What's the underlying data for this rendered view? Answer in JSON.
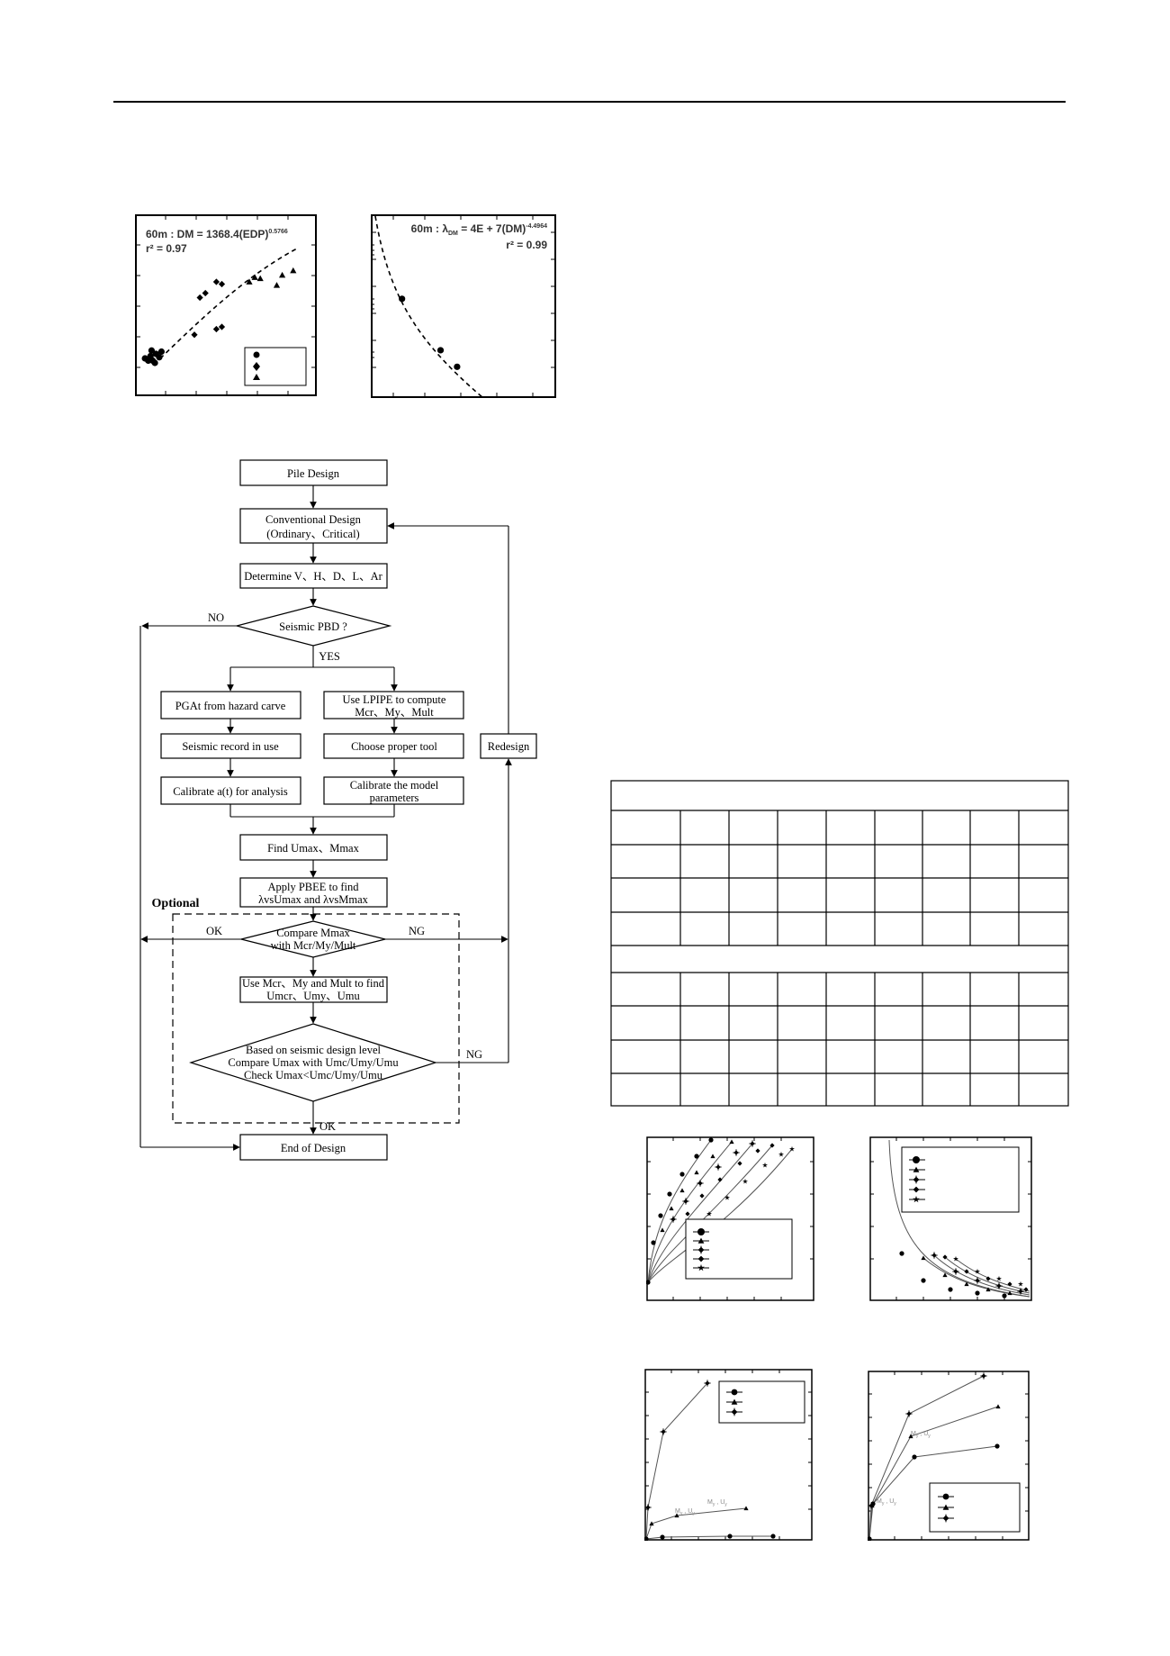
{
  "charts": {
    "dm_vs_edp": {
      "type": "scatter",
      "equation": "60m : DM = 1368.4(EDP)",
      "exponent": "0.5766",
      "r2": "r² = 0.97",
      "series": [
        {
          "marker": "circle",
          "points": [
            [
              0.5,
              3.2
            ],
            [
              0.8,
              3.0
            ],
            [
              1.0,
              3.4
            ],
            [
              1.2,
              3.0
            ],
            [
              1.5,
              3.6
            ],
            [
              1.8,
              3.3
            ],
            [
              2.0,
              3.8
            ],
            [
              1.1,
              3.9
            ],
            [
              1.4,
              2.8
            ]
          ]
        },
        {
          "marker": "diamond",
          "points": [
            [
              5.5,
              8.6
            ],
            [
              6.0,
              9.0
            ],
            [
              7.0,
              10.0
            ],
            [
              7.5,
              9.8
            ],
            [
              5.0,
              5.3
            ],
            [
              7.0,
              5.8
            ],
            [
              7.5,
              6.0
            ]
          ]
        },
        {
          "marker": "triangle",
          "points": [
            [
              10.0,
              10.0
            ],
            [
              10.5,
              10.4
            ],
            [
              11.0,
              10.3
            ],
            [
              12.5,
              9.7
            ],
            [
              13.0,
              10.6
            ],
            [
              14.0,
              11.0
            ]
          ]
        }
      ]
    },
    "lambda_vs_dm": {
      "type": "scatter",
      "equation": "60m : λ",
      "subscript": "DM",
      "equation_rest": " = 4E + 7(DM)",
      "exponent": "-4.4964",
      "r2": "r² = 0.99",
      "points": [
        [
          0.17,
          0.54
        ],
        [
          0.38,
          0.26
        ],
        [
          0.47,
          0.17
        ]
      ]
    },
    "curves_increasing": {
      "type": "line",
      "series_markers": [
        "circle",
        "triangle",
        "cross-diamond",
        "diamond",
        "star"
      ]
    },
    "curves_decreasing": {
      "type": "line",
      "series_markers": [
        "circle",
        "triangle",
        "cross-diamond",
        "diamond",
        "star"
      ]
    },
    "moment_disp_1": {
      "type": "line",
      "labels": [
        "M",
        "y",
        "U",
        "y"
      ],
      "series_markers": [
        "circle",
        "triangle",
        "cross-diamond"
      ]
    },
    "moment_disp_2": {
      "type": "line",
      "labels": [
        "M",
        "y",
        "U",
        "y"
      ],
      "series_markers": [
        "circle",
        "triangle",
        "cross-diamond"
      ]
    }
  },
  "flowchart": {
    "pile_design": "Pile Design",
    "conventional_1": "Conventional Design",
    "conventional_2": "(Ordinary、Critical)",
    "determine": "Determine V、H、D、L、Ar",
    "seismic_pbd": "Seismic PBD ?",
    "no": "NO",
    "yes": "YES",
    "pgat": "PGAt from hazard carve",
    "lpipe_1": "Use LPIPE to compute",
    "lpipe_2": "Mcr、My、Mult",
    "seismic_record": "Seismic record in use",
    "choose_tool": "Choose proper tool",
    "calibrate_a": "Calibrate a(t) for analysis",
    "calibrate_model_1": "Calibrate the model",
    "calibrate_model_2": "parameters",
    "redesign": "Redesign",
    "find_u": "Find Umax、Mmax",
    "pbee_1": "Apply PBEE to find",
    "pbee_2": "λvsUmax and λvsMmax",
    "optional": "Optional",
    "compare_1": "Compare Mmax",
    "compare_2": "with Mcr/My/Mult",
    "ok": "OK",
    "ng": "NG",
    "use_m_1": "Use Mcr、My and Mult to find",
    "use_m_2": "Umcr、Umy、Umu",
    "based_1": "Based on seismic design level",
    "based_2": "Compare Umax with Umc/Umy/Umu",
    "based_3": "Check Umax<Umc/Umy/Umu",
    "ng2": "NG",
    "ok2": "OK",
    "end": "End of Design"
  }
}
